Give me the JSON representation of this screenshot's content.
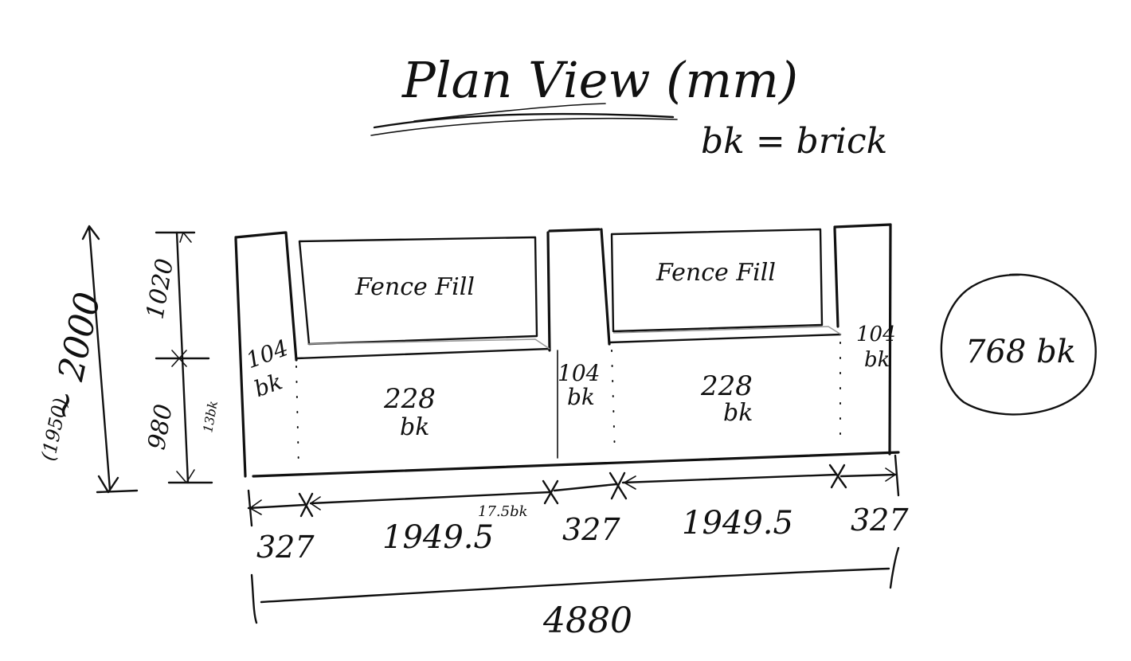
{
  "title": "Plan View (mm)",
  "legend": "bk = brick",
  "total_bricks": "768 bk",
  "panels": [
    {
      "label": "Fence Fill"
    },
    {
      "label": "Fence Fill"
    }
  ],
  "pillars": [
    {
      "bricks_line1": "104",
      "bricks_line2": "bk"
    },
    {
      "bricks_line1": "104",
      "bricks_line2": "bk"
    },
    {
      "bricks_line1": "104",
      "bricks_line2": "bk"
    }
  ],
  "walls": [
    {
      "bricks_line1": "228",
      "bricks_line2": "bk"
    },
    {
      "bricks_line1": "228",
      "bricks_line2": "bk"
    }
  ],
  "vertical_dims": {
    "overall": "~ 2000",
    "overall_alt": "(1950)",
    "upper": "1020",
    "lower": "980",
    "lower_bricks": "13bk"
  },
  "horizontal_dims": {
    "pillar_1": "327",
    "wall_1": "1949.5",
    "wall_1_bricks": "17.5bk",
    "pillar_2": "327",
    "wall_2": "1949.5",
    "pillar_3": "327",
    "total": "4880"
  }
}
